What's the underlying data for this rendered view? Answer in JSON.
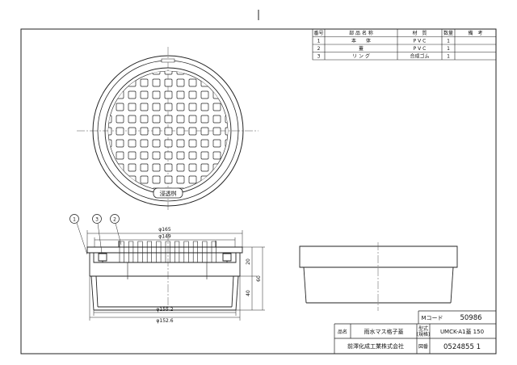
{
  "parts_table": {
    "headers": [
      "番号",
      "部 品 名 称",
      "材　質",
      "数量",
      "備　考"
    ],
    "rows": [
      {
        "no": "1",
        "name": "本　　体",
        "material": "P V C",
        "qty": "1",
        "note": ""
      },
      {
        "no": "2",
        "name": "蓋",
        "material": "P V C",
        "qty": "1",
        "note": ""
      },
      {
        "no": "3",
        "name": "リ ン グ",
        "material": "合成ゴム",
        "qty": "1",
        "note": ""
      }
    ]
  },
  "plan_view": {
    "stamp_text": "浸透桝"
  },
  "section_view": {
    "callouts": [
      "1",
      "3",
      "2"
    ],
    "dimensions": {
      "d_top_outer": "φ165",
      "d_top_inner": "φ149",
      "d_bottom_1": "φ155.2",
      "d_bottom_2": "φ152.6",
      "h_upper": "20",
      "h_mid": "40",
      "h_total": "60"
    }
  },
  "title_block": {
    "mcode_label": "Mコード",
    "mcode_value": "50986",
    "name_label": "品名",
    "name_value": "雨水マス格子蓋",
    "model_label_1": "型式",
    "model_label_2": "(規格)",
    "model_value": "UMCK-A1蓋 150",
    "drawing_label": "図番",
    "drawing_value": "0524855 1",
    "company": "前澤化成工業株式会社"
  }
}
